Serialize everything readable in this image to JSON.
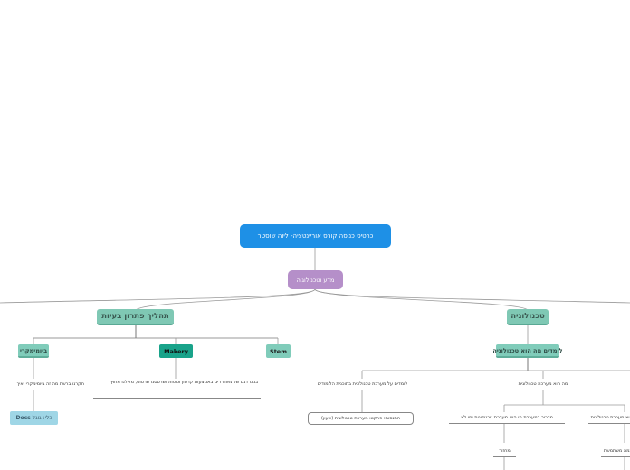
{
  "root": {
    "label": "כרטיס כניסה קורס אוריינטציה- ליוה שוסטר"
  },
  "main": {
    "label": "מדע וטכנולוגיה"
  },
  "branches": {
    "technology": {
      "label": "טכנולוגיה",
      "sub": "לומדים מה הוא טכנולוגיה",
      "leaf_right": "מה הוא מערכת טכנולוגית",
      "leaf_left": "לומדים על מערכת טכנולוגית בתוכנית הלימודים",
      "task": "התנסות: פרקטו מערכת טכנולוגית (שעון)",
      "under_right_a": "מה היא מערכת טכנולוגית",
      "under_right_b": "מרכיב במערכת מי הוא מערכת טכנולוגית ומי לא",
      "deep_a": "מגמה משתמשת",
      "deep_b": "מחזור"
    },
    "problem_solving": {
      "label": "תהליך פתרון בעיות",
      "stem": "Stem",
      "makery": "Makery",
      "biomimicry": "ביומימקרי",
      "makery_desc": "בנינו דגם של מאווררים באמצעות קרטון וכוסות ושרטטנו שרטוט, מלילנו מחוץ",
      "bio_desc": "חקרנו ברשת מה זה ביומימקרי ואיך",
      "docs_word": "Docs",
      "docs_prefix": "כלי: גוגל"
    }
  }
}
